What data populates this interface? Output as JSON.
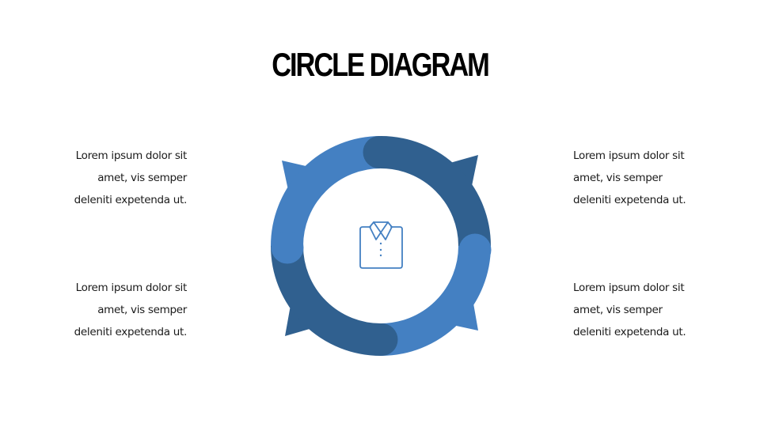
{
  "title": "CIRCLE DIAGRAM",
  "colors": {
    "light": "#4480C2",
    "dark": "#30608F",
    "icon": "#4480C2"
  },
  "center_icon": "shirt-icon",
  "blocks": [
    {
      "position": "top-left",
      "lines": [
        "Lorem ipsum dolor sit",
        "amet, vis semper",
        "deleniti expetenda ut."
      ]
    },
    {
      "position": "top-right",
      "lines": [
        "Lorem ipsum dolor sit",
        "amet, vis semper",
        "deleniti expetenda ut."
      ]
    },
    {
      "position": "bottom-left",
      "lines": [
        "Lorem ipsum dolor sit",
        "amet, vis semper",
        "deleniti expetenda ut."
      ]
    },
    {
      "position": "bottom-right",
      "lines": [
        "Lorem ipsum dolor sit",
        "amet, vis semper",
        "deleniti expetenda ut."
      ]
    }
  ]
}
